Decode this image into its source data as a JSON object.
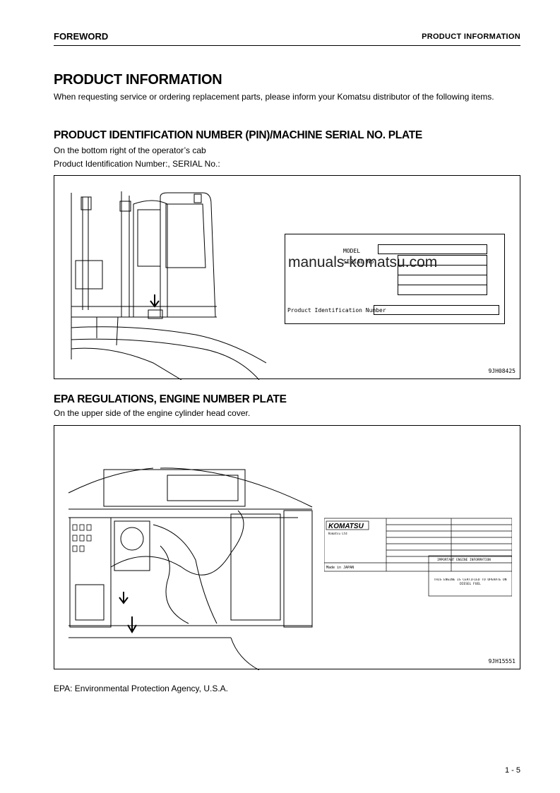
{
  "header": {
    "left": "FOREWORD",
    "right": "PRODUCT INFORMATION"
  },
  "title": "PRODUCT INFORMATION",
  "intro": "When requesting service or ordering replacement parts, please inform your Komatsu distributor of the following items.",
  "section1": {
    "heading": "PRODUCT IDENTIFICATION NUMBER (PIN)/MACHINE SERIAL NO. PLATE",
    "line1": "On the bottom right of the operator’s cab",
    "line2": "Product Identification Number:, SERIAL No.:",
    "plate": {
      "model_label": "MODEL",
      "serial_label": "SERIAL No.",
      "pin_label": "Product Identification Number"
    },
    "figure_code": "9JH08425"
  },
  "watermark": "manuals-komatsu.com",
  "section2": {
    "heading": "EPA REGULATIONS, ENGINE NUMBER PLATE",
    "line1": "On the upper side of the engine cylinder head cover.",
    "plate": {
      "brand": "KOMATSU",
      "company": "Komatsu Ltd",
      "made_in": "Made in JAPAN",
      "important": "IMPORTANT ENGINE INFORMATION",
      "certified": "THIS ENGINE IS CERTIFIED TO OPERATE ON DIESEL FUEL"
    },
    "figure_code": "9JH15551"
  },
  "footnote": "EPA: Environmental Protection Agency, U.S.A.",
  "page_number": "1 - 5"
}
